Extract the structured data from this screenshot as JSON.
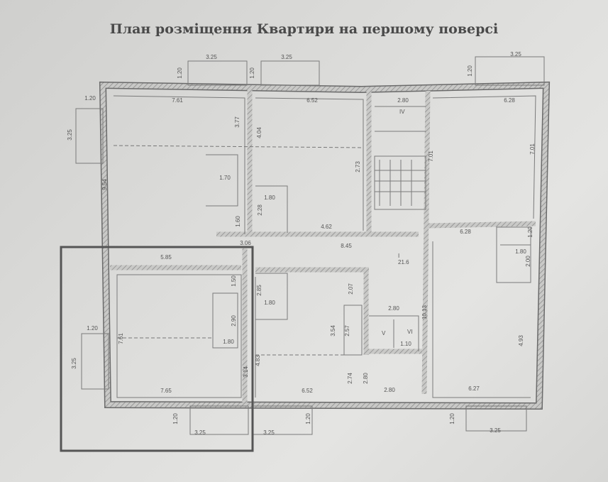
{
  "title": "План розміщення Квартири на першому поверсі",
  "room_labels": [
    "I",
    "21.6",
    "IV",
    "V",
    "VI"
  ],
  "dimensions": [
    "3.25",
    "1.20",
    "3.25",
    "1.20",
    "3.25",
    "1.20",
    "1.20",
    "3.25",
    "7.61",
    "6.52",
    "2.80",
    "6.28",
    "3.77",
    "4.04",
    "9.54",
    "2.73",
    "7.01",
    "7.01",
    "1.70",
    "1.80",
    "2.28",
    "1.60",
    "4.62",
    "3.06",
    "8.45",
    "5.85",
    "6.28",
    "1.80",
    "1.20",
    "2.00",
    "1.50",
    "2.85",
    "1.80",
    "2.90",
    "1.80",
    "2.07",
    "2.80",
    "3.54",
    "2.57",
    "1.10",
    "10.13",
    "4.93",
    "1.20",
    "3.25",
    "7.61",
    "4.83",
    "3.14",
    "2.74",
    "2.80",
    "7.65",
    "6.52",
    "2.80",
    "6.27",
    "1.20",
    "3.25",
    "3.25",
    "1.20",
    "1.20",
    "3.25"
  ],
  "colors": {
    "paper": "#dcdcda",
    "wall": "#707070",
    "overlay_frame": "#555555"
  }
}
